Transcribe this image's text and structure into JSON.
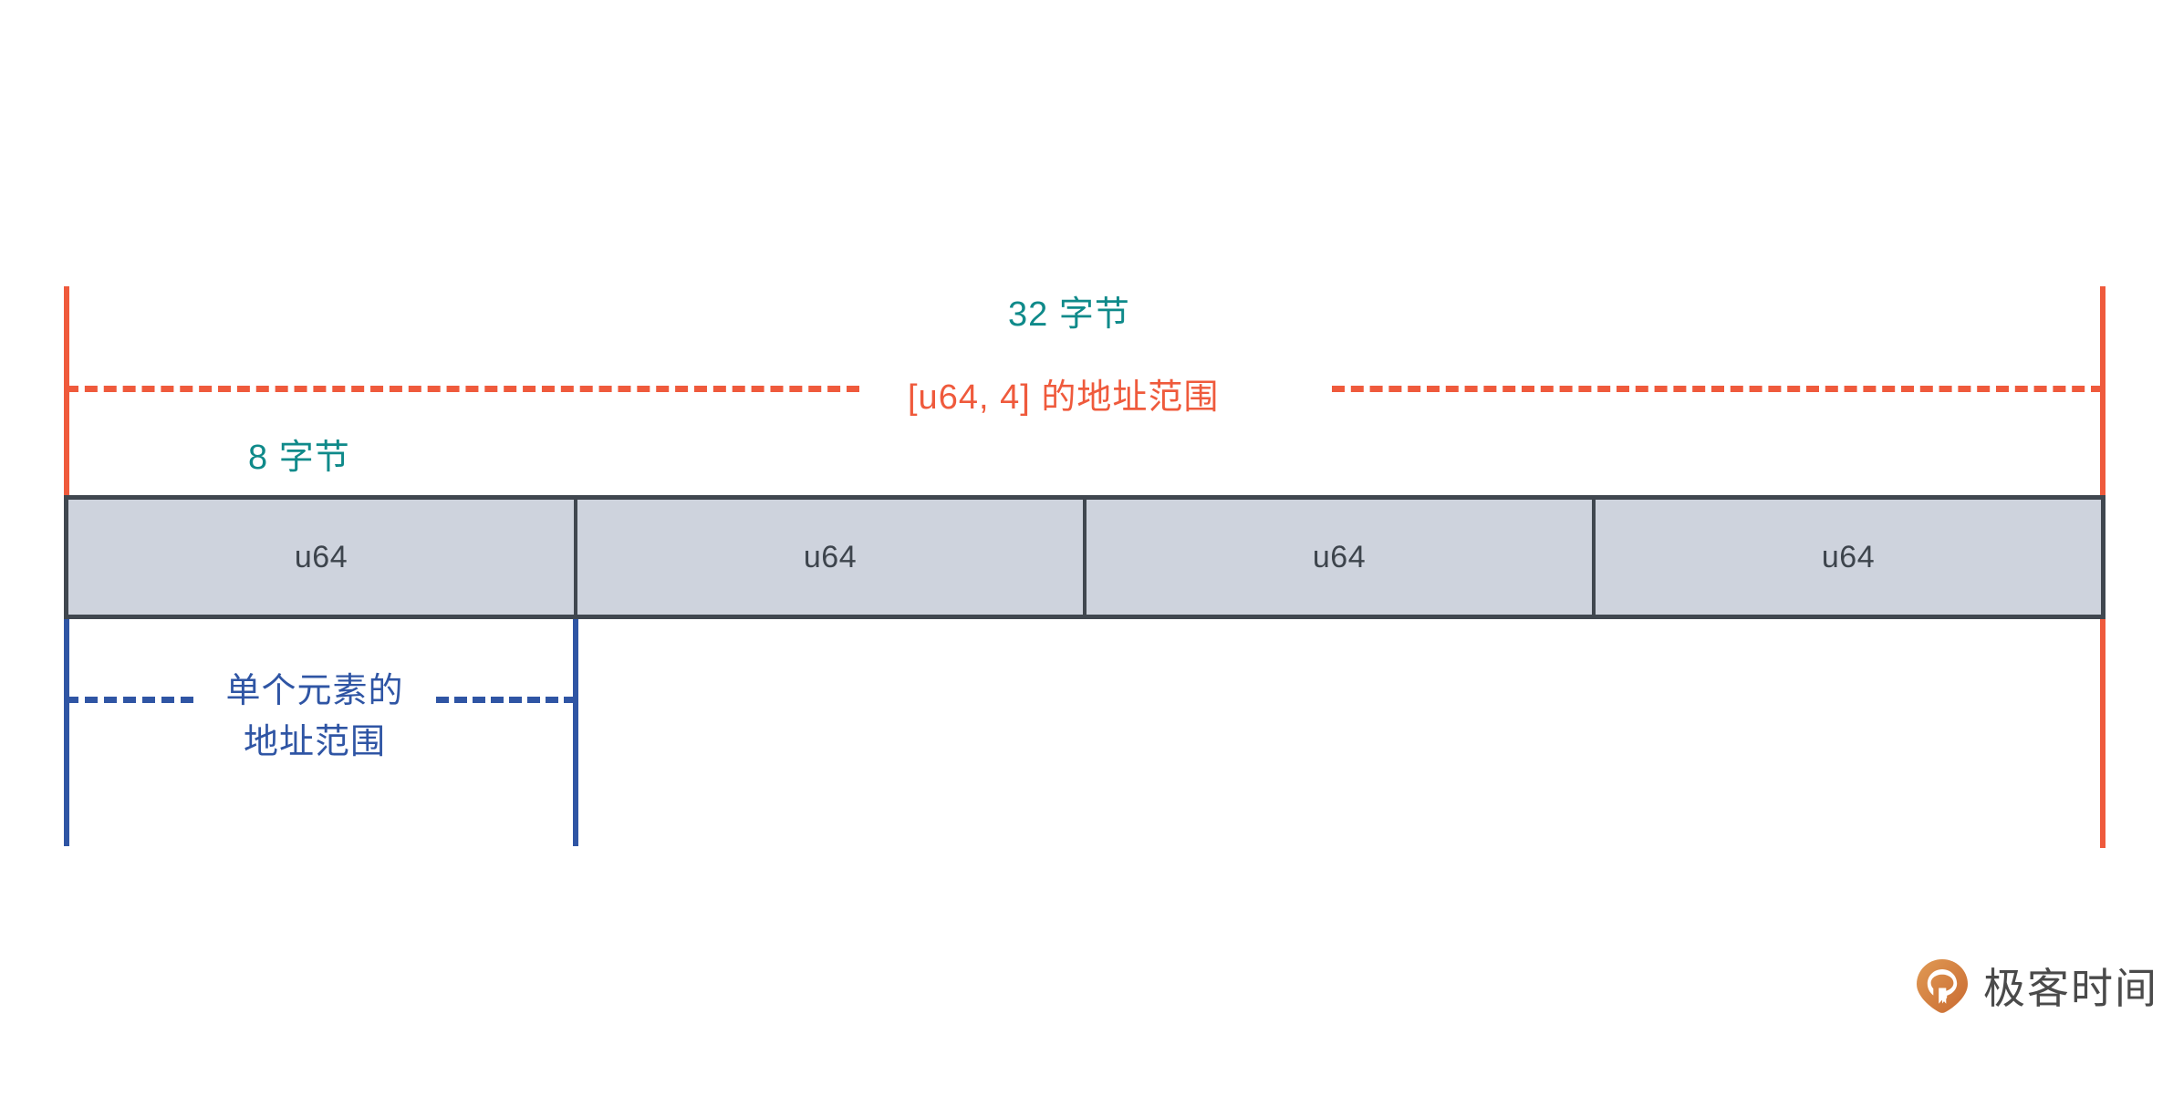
{
  "diagram": {
    "title_label": "32 字节",
    "element_size_label": "8 字节",
    "slice_range_label": "[u64, 4] 的地址范围",
    "element_range_label_line1": "单个元素的",
    "element_range_label_line2": "地址范围",
    "memory_cells": [
      {
        "label": "u64"
      },
      {
        "label": "u64"
      },
      {
        "label": "u64"
      },
      {
        "label": "u64"
      }
    ],
    "colors": {
      "teal": "#0f8a8a",
      "orange": "#ef5a3c",
      "blue": "#2f55a4",
      "cell_fill": "#ced3dd",
      "cell_border": "#40474f",
      "cell_text": "#3d444c",
      "brand_orange": "#d9803f",
      "brand_text": "#4a4a4a"
    }
  },
  "brand": {
    "name": "极客时间",
    "icon": "geektime-pin-icon"
  }
}
